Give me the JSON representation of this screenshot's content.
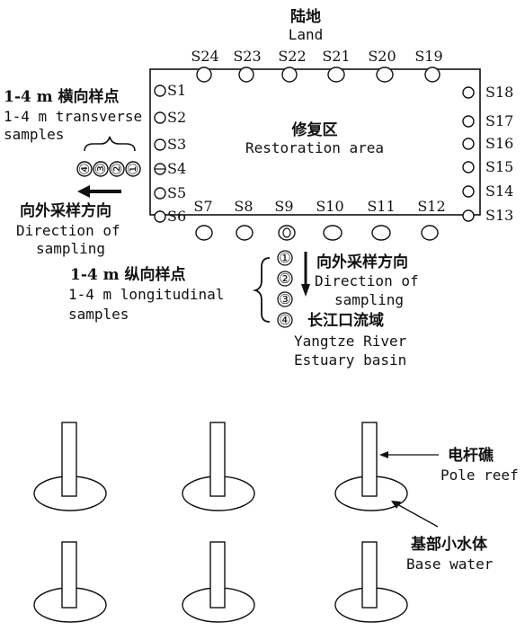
{
  "land": {
    "cn": "陆地",
    "en": "Land"
  },
  "restoration": {
    "cn": "修复区",
    "en": "Restoration area"
  },
  "sites": {
    "top": [
      "S24",
      "S23",
      "S22",
      "S21",
      "S20",
      "S19"
    ],
    "left": [
      "S1",
      "S2",
      "S3",
      "S4",
      "S5",
      "S6"
    ],
    "right": [
      "S18",
      "S17",
      "S16",
      "S15",
      "S14",
      "S13"
    ],
    "bottom": [
      "S7",
      "S8",
      "S9",
      "S10",
      "S11",
      "S12"
    ]
  },
  "transverse": {
    "cn": "1-4 m 横向样点",
    "en1": "1-4 m transverse",
    "en2": "samples"
  },
  "outward_left": {
    "cn": "向外采样方向",
    "en1": "Direction of",
    "en2": "sampling"
  },
  "longitudinal": {
    "cn": "1-4 m 纵向样点",
    "en1": "1-4 m longitudinal",
    "en2": "samples"
  },
  "outward_down": {
    "cn": "向外采样方向",
    "en1": "Direction of",
    "en2": "sampling"
  },
  "estuary": {
    "cn": "长江口流域",
    "en1": "Yangtze River",
    "en2": "Estuary basin"
  },
  "sample_numbers": [
    "①",
    "②",
    "③",
    "④"
  ],
  "sample_numbers_rotated": [
    "④",
    "③",
    "②",
    "①"
  ],
  "pole_reef": {
    "cn": "电杆礁",
    "en": "Pole reef"
  },
  "base_water": {
    "cn": "基部小水体",
    "en": "Base water"
  }
}
